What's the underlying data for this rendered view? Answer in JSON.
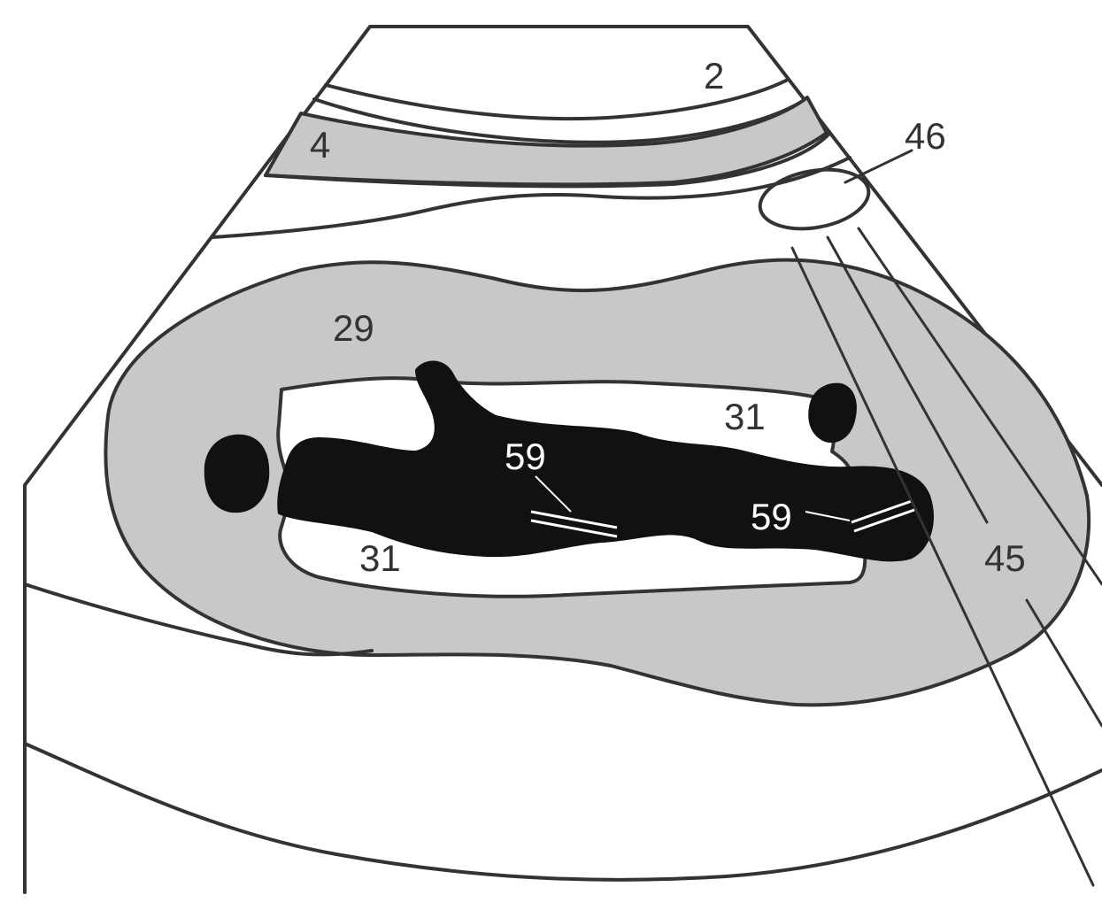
{
  "colors": {
    "background": "#ffffff",
    "outline": "#333333",
    "gray_fill": "#c8c8c8",
    "black_fill": "#111111",
    "label_dark": "#333333",
    "label_light": "#ffffff"
  },
  "labels": {
    "label_2": "2",
    "label_4": "4",
    "label_46": "46",
    "label_29": "29",
    "label_31_upper": "31",
    "label_31_lower": "31",
    "label_59_left": "59",
    "label_59_right": "59",
    "label_45": "45"
  }
}
